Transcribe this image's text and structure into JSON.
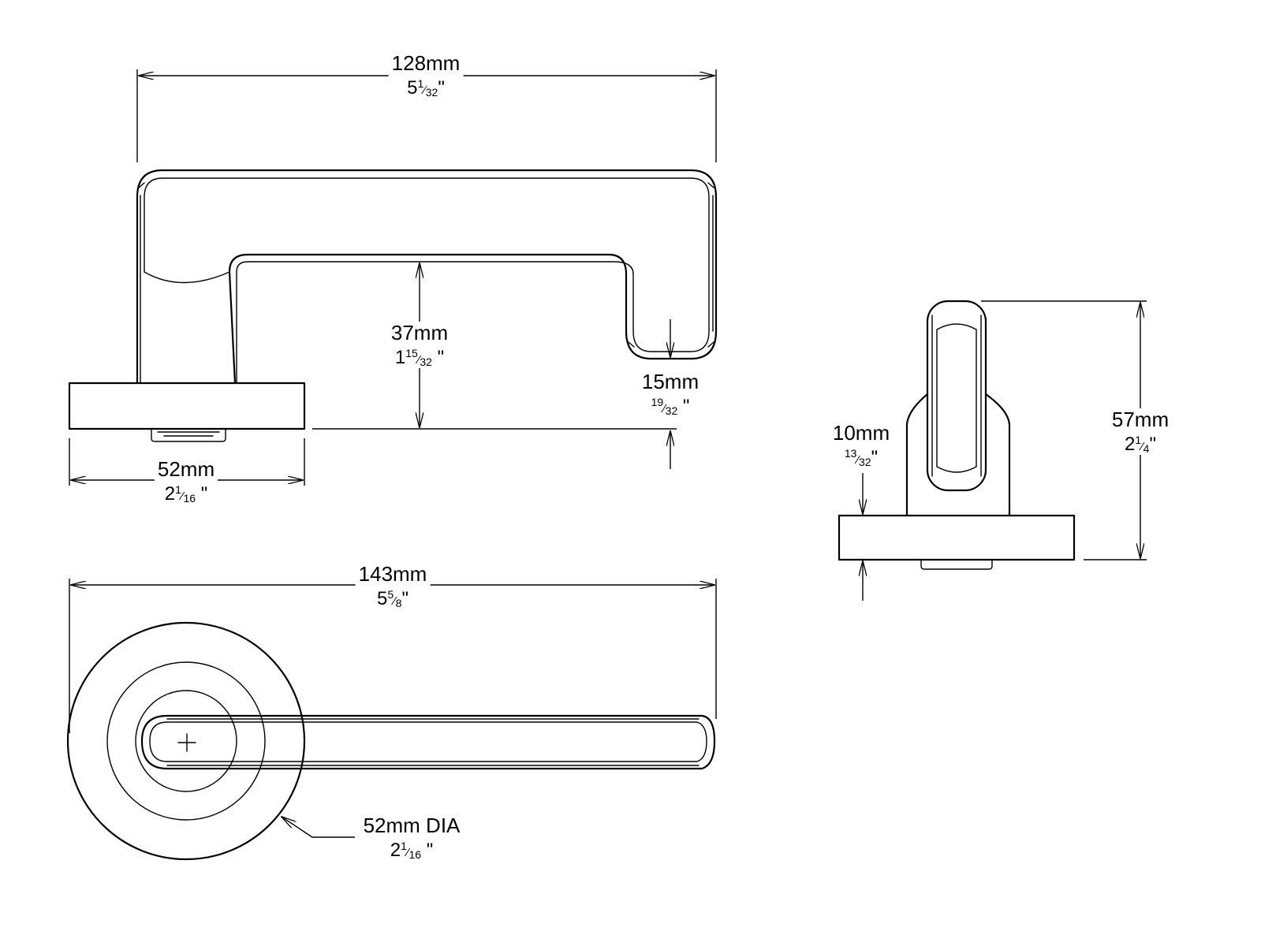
{
  "dimensions": {
    "overall_length": {
      "mm": "128mm",
      "whole": "5",
      "num": "1",
      "den": "32",
      "unit": "\""
    },
    "lever_gap": {
      "mm": "37mm",
      "whole": "1",
      "num": "15",
      "den": "32",
      "unit": "\""
    },
    "lever_thickness": {
      "mm": "15mm",
      "whole": "",
      "num": "19",
      "den": "32",
      "unit": "\""
    },
    "rose_width": {
      "mm": "52mm",
      "whole": "2",
      "num": "1",
      "den": "16",
      "unit": "\""
    },
    "projection": {
      "mm": "143mm",
      "whole": "5",
      "num": "5",
      "den": "8",
      "unit": "\""
    },
    "rose_thickness": {
      "mm": "10mm",
      "whole": "",
      "num": "13",
      "den": "32",
      "unit": "\""
    },
    "height": {
      "mm": "57mm",
      "whole": "2",
      "num": "1",
      "den": "4",
      "unit": "\""
    },
    "rose_diameter": {
      "mm": "52mm DIA",
      "whole": "2",
      "num": "1",
      "den": "16",
      "unit": "\""
    }
  }
}
